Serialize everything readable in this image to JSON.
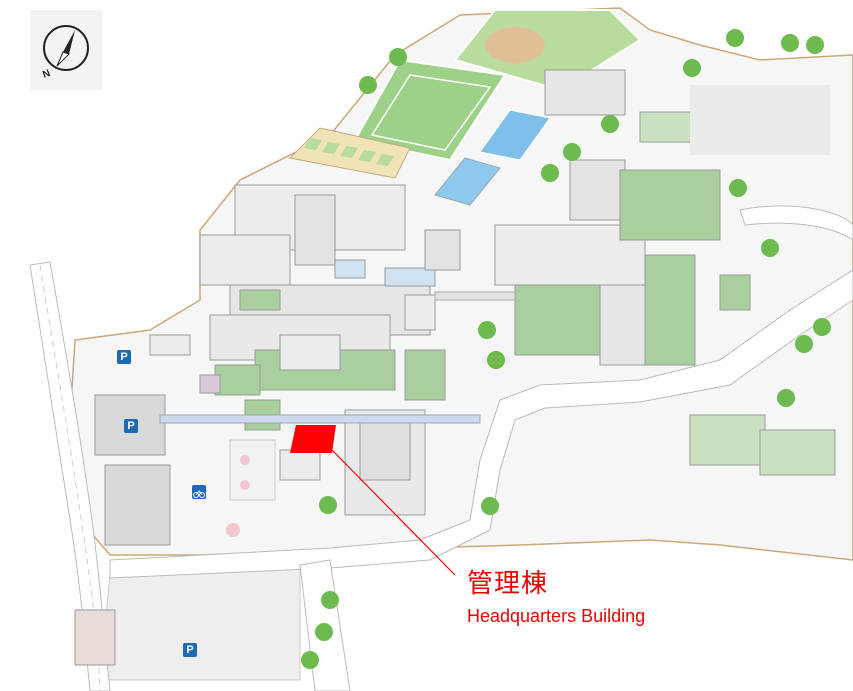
{
  "compass": {
    "north_letter": "N"
  },
  "highlight": {
    "name_ja": "管理棟",
    "name_en": "Headquarters Building",
    "color": "#ff0000"
  },
  "parking": {
    "symbol": "P"
  },
  "colors": {
    "ground": "#f7f7f7",
    "outline": "#c9a97a",
    "building": "#ececec",
    "roof_green": "#a8cf9d",
    "field": "#8cc67a",
    "pool": "#7ec0ea",
    "tree": "#6dba4f",
    "parking_badge": "#1d6ab8"
  }
}
